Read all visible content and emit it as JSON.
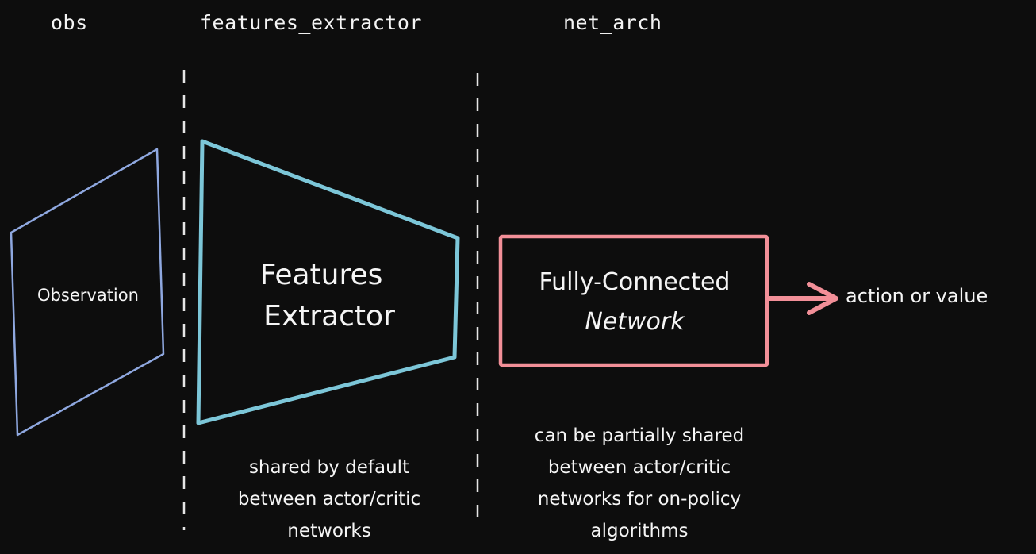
{
  "headers": {
    "obs": "obs",
    "features_extractor": "features_extractor",
    "net_arch": "net_arch"
  },
  "blocks": {
    "observation": "Observation",
    "features_extractor_line1": "Features",
    "features_extractor_line2": "Extractor",
    "network_line1": "Fully-Connected",
    "network_line2": "Network"
  },
  "output_label": "action or value",
  "notes": {
    "features_extractor": [
      "shared by default",
      "between actor/critic",
      "networks"
    ],
    "net_arch": [
      "can be partially shared",
      "between actor/critic",
      "networks for on-policy",
      "algorithms"
    ]
  },
  "colors": {
    "background": "#0d0d0d",
    "observation_stroke": "#8fa8e0",
    "extractor_stroke": "#7cc6d8",
    "network_stroke": "#f28f98",
    "arrow": "#f28f98",
    "divider": "#e6e6e6"
  }
}
